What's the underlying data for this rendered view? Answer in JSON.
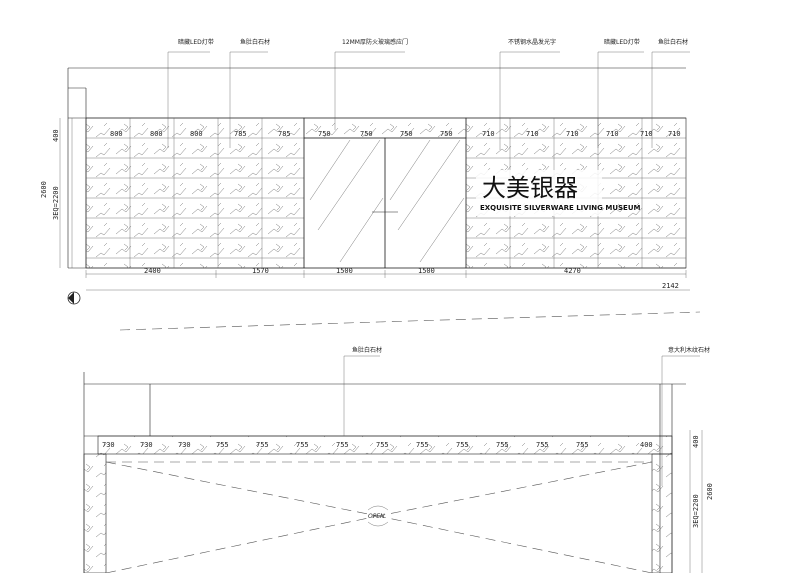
{
  "elevation_top": {
    "callouts": [
      "暗藏LED灯带",
      "鱼肚白石材",
      "12MM厚防火玻璃感应门",
      "不锈钢水晶发光字",
      "暗藏LED灯带",
      "鱼肚白石材"
    ],
    "tile_labels_row1": [
      "800",
      "800",
      "800",
      "785",
      "785",
      "750",
      "750",
      "750",
      "750",
      "710",
      "710",
      "710",
      "710",
      "710",
      "710"
    ],
    "bottom_dims": [
      "2400",
      "1570",
      "1500",
      "1500",
      "4270"
    ],
    "overall_dim": "2142",
    "left_dims": [
      "400",
      "2600",
      "3EQ=2200"
    ]
  },
  "signage": {
    "cn": "大美银器",
    "en": "EXQUISITE SILVERWARE LIVING MUSEUM"
  },
  "elevation_bottom": {
    "callouts": [
      "鱼肚白石材",
      "意大利木纹石材"
    ],
    "tile_labels_row": [
      "730",
      "730",
      "730",
      "755",
      "755",
      "755",
      "755",
      "755",
      "755",
      "755",
      "755",
      "755",
      "755",
      "400"
    ],
    "right_dims": [
      "400",
      "3EQ=2200",
      "2600"
    ],
    "open_label": "OPEN"
  }
}
